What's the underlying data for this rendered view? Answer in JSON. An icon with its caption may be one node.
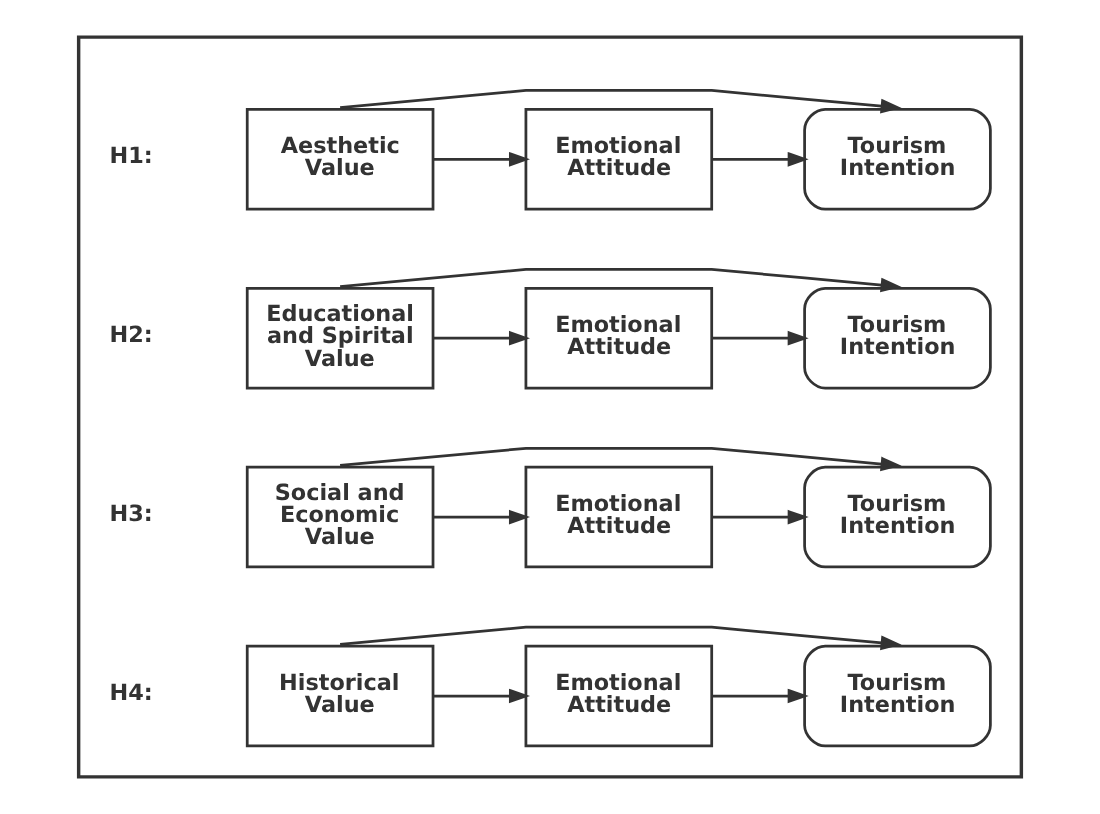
{
  "diagram": {
    "nodes": [
      {
        "text": [],
        "shape": "box"
      },
      {
        "text": [
          "Aesthetic Value"
        ],
        "in": 0
      },
      {
        "text": [
          "Emotional Attitude"
        ],
        "in": 0
      },
      {
        "text": [
          "Tourism Intention"
        ],
        "in": 0
      },
      {
        "text": [
          "Educational and Spirital Value"
        ],
        "in": 0
      },
      {
        "text": [
          "Emotional Attitude"
        ],
        "in": 0
      },
      {
        "text": [
          "Tourism Intention"
        ],
        "in": 0
      },
      {
        "text": [
          "Social and Economic Value"
        ],
        "in": 0
      },
      {
        "text": [
          "Emotional Attitude"
        ],
        "in": 0
      },
      {
        "text": [
          "Tourism Intention"
        ],
        "in": 0
      },
      {
        "text": [
          "Historical Value"
        ],
        "in": 0
      },
      {
        "text": [
          "Emotional Attitude"
        ],
        "in": 0
      },
      {
        "text": [
          "Tourism Intention"
        ],
        "in": 0
      }
    ],
    "edges": [
      {
        "from": 1,
        "to": 3,
        "arrow": "to"
      },
      {
        "from": 1,
        "to": 2,
        "arrow": "to"
      },
      {
        "from": 2,
        "to": 3,
        "arrow": "to"
      },
      {
        "from": 4,
        "to": 6,
        "arrow": "to"
      },
      {
        "from": 4,
        "to": 5,
        "arrow": "to"
      },
      {
        "from": 5,
        "to": 6,
        "arrow": "to"
      },
      {
        "from": 7,
        "to": 9,
        "arrow": "to"
      },
      {
        "from": 7,
        "to": 8,
        "arrow": "to"
      },
      {
        "from": 8,
        "to": 9,
        "arrow": "to"
      },
      {
        "from": 10,
        "to": 12,
        "arrow": "to"
      },
      {
        "from": 10,
        "to": 11,
        "arrow": "to"
      },
      {
        "from": 11,
        "to": 12,
        "arrow": "to"
      }
    ],
    "labels": [
      "H1:",
      "H2:",
      "H3:",
      "H4:"
    ]
  }
}
